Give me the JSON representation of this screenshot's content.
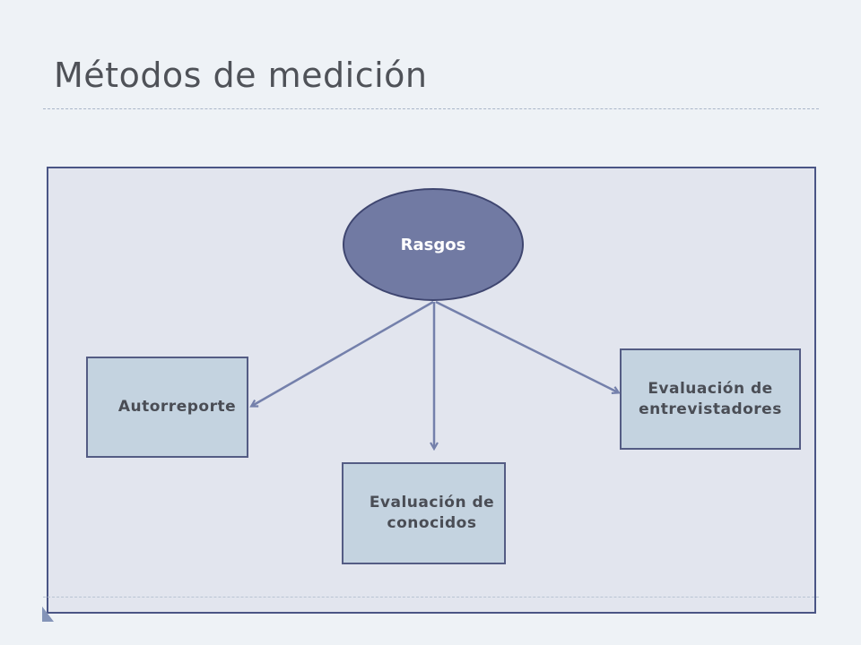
{
  "slide": {
    "title": "Métodos de medición"
  },
  "diagram": {
    "root": {
      "label": "Rasgos"
    },
    "children": [
      {
        "label": "Autorreporte"
      },
      {
        "label": "Evaluación de\nconocidos"
      },
      {
        "label": "Evaluación de\nentrevistadores"
      }
    ]
  },
  "colors": {
    "background": "#eef2f6",
    "frame_fill": "#e2e5ee",
    "frame_border": "#4a5585",
    "ellipse_fill": "#717aa3",
    "box_fill": "#c4d3e0",
    "arrow": "#7480ab"
  }
}
